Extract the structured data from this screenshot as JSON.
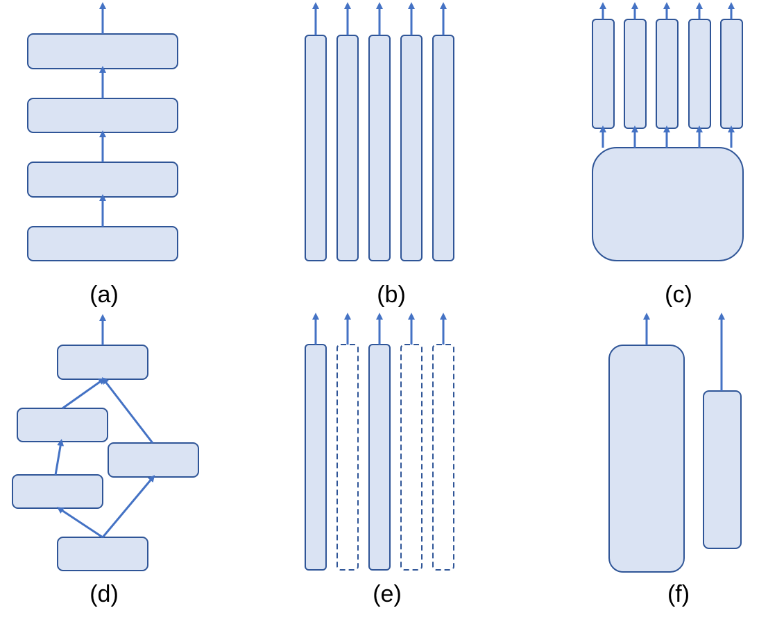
{
  "colors": {
    "box_fill": "#DAE3F3",
    "box_stroke": "#2F5597",
    "arrow": "#4472C4",
    "label": "#000000"
  },
  "panels": [
    {
      "id": "a",
      "label": "(a)"
    },
    {
      "id": "b",
      "label": "(b)"
    },
    {
      "id": "c",
      "label": "(c)"
    },
    {
      "id": "d",
      "label": "(d)"
    },
    {
      "id": "e",
      "label": "(e)"
    },
    {
      "id": "f",
      "label": "(f)"
    }
  ]
}
